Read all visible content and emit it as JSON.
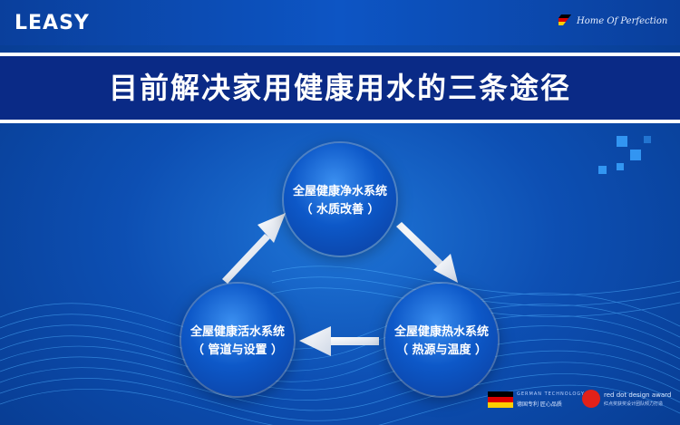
{
  "header": {
    "logo": "LEASY",
    "tagline": "Home Of Perfection",
    "flag_colors": [
      "#000000",
      "#dd0000",
      "#ffce00"
    ]
  },
  "title": "目前解决家用健康用水的三条途径",
  "cycle": {
    "nodes": [
      {
        "line1": "全屋健康净水系统",
        "line2": "（ 水质改善 ）"
      },
      {
        "line1": "全屋健康活水系统",
        "line2": "（ 管道与设置 ）"
      },
      {
        "line1": "全屋健康热水系统",
        "line2": "（ 热源与温度 ）"
      }
    ],
    "arrow_color": "#ffffff"
  },
  "footer": {
    "german_tech_en": "GERMAN TECHNOLOGY",
    "german_tech_cn": "德国专利 匠心品质",
    "reddot_text": "red dot design award",
    "reddot_cn": "红点奖获奖设计团队倾力打造",
    "reddot_color": "#e32119"
  },
  "colors": {
    "background": "#0d4fb3",
    "title_bar": "#0a2a86",
    "accent_squares": "#3aa3ff"
  }
}
